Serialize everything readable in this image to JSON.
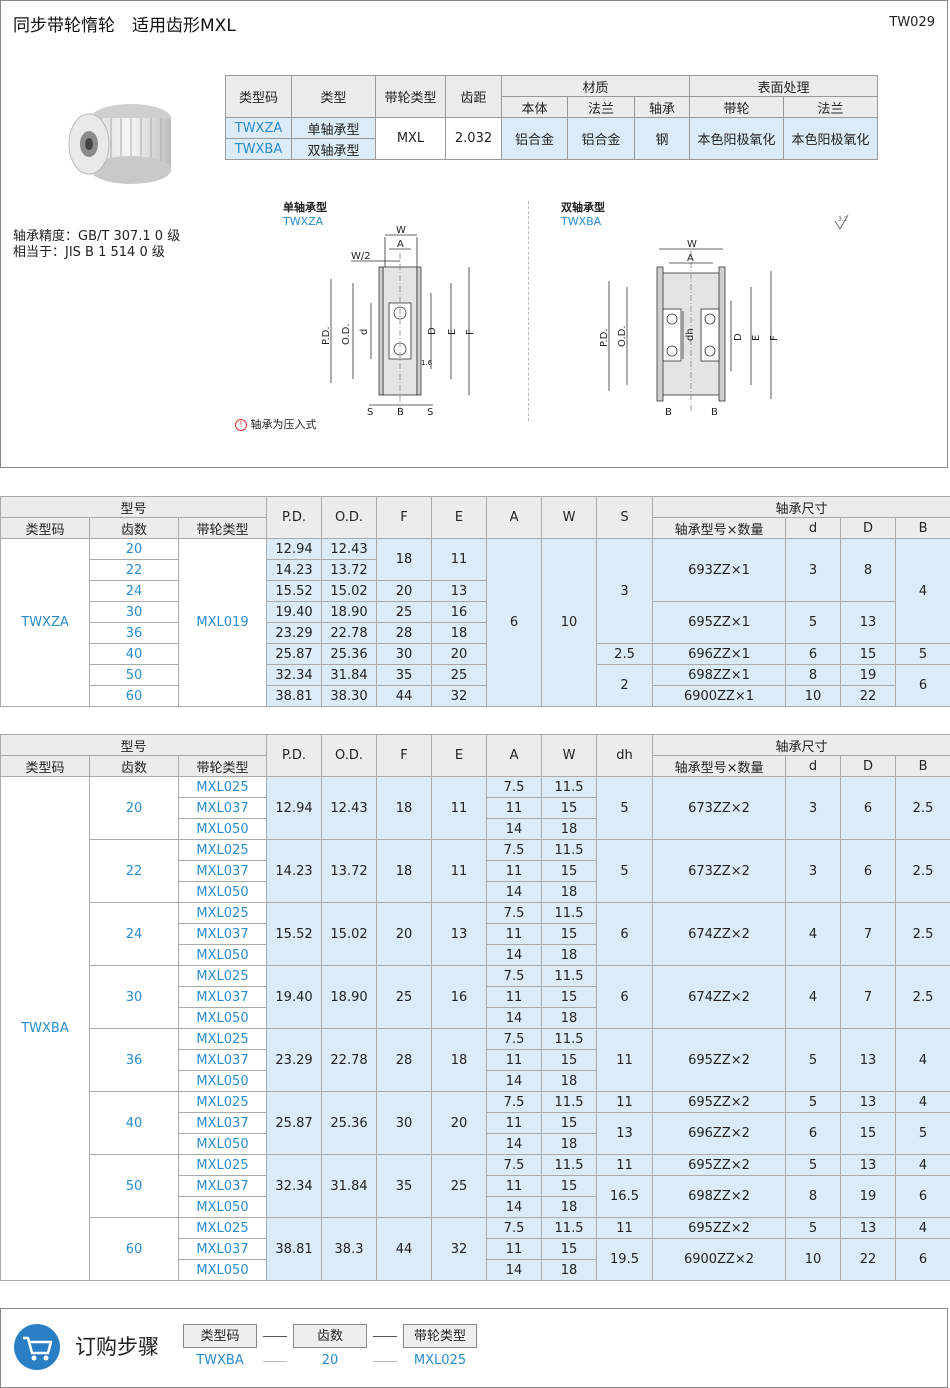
{
  "header": {
    "title": "同步带轮惰轮　适用齿形MXL",
    "code": "TW029"
  },
  "spec_table": {
    "headers": {
      "type_code": "类型码",
      "type": "类型",
      "pulley_type": "带轮类型",
      "pitch": "齿距",
      "material": "材质",
      "surface": "表面处理",
      "mat_body": "本体",
      "mat_flange": "法兰",
      "mat_bearing": "轴承",
      "surf_pulley": "带轮",
      "surf_flange": "法兰"
    },
    "rows": [
      {
        "code": "TWXZA",
        "type": "单轴承型"
      },
      {
        "code": "TWXBA",
        "type": "双轴承型"
      }
    ],
    "pulley_type": "MXL",
    "pitch": "2.032",
    "mat_body": "铝合金",
    "mat_flange": "铝合金",
    "mat_bearing": "钢",
    "surf_pulley": "本色阳极氧化",
    "surf_flange": "本色阳极氧化"
  },
  "notes": {
    "line1": "轴承精度：GB/T 307.1 0 级",
    "line2": "相当于：JIS B 1 514 0 级"
  },
  "drawings": {
    "single": {
      "title": "单轴承型",
      "code": "TWXZA"
    },
    "double": {
      "title": "双轴承型",
      "code": "TWXBA"
    },
    "warning": "轴承为压入式",
    "roughness": "3.2",
    "labels": {
      "W": "W",
      "W2": "W/2",
      "A": "A",
      "PD": "P.D.",
      "OD": "O.D.",
      "d": "d",
      "dh": "dh",
      "D": "D",
      "E": "E",
      "F": "F",
      "S": "S",
      "B": "B",
      "r16": "1.6"
    }
  },
  "table1": {
    "h": {
      "model": "型号",
      "type_code": "类型码",
      "teeth": "齿数",
      "pulley_type": "带轮类型",
      "pd": "P.D.",
      "od": "O.D.",
      "f": "F",
      "e": "E",
      "a": "A",
      "w": "W",
      "s": "S",
      "bearing": "轴承尺寸",
      "bearing_model": "轴承型号×数量",
      "d": "d",
      "D": "D",
      "b": "B"
    },
    "type_code": "TWXZA",
    "pulley_type": "MXL019",
    "rows": [
      {
        "t": "20",
        "pd": "12.94",
        "od": "12.43"
      },
      {
        "t": "22",
        "pd": "14.23",
        "od": "13.72"
      },
      {
        "t": "24",
        "pd": "15.52",
        "od": "15.02"
      },
      {
        "t": "30",
        "pd": "19.40",
        "od": "18.90"
      },
      {
        "t": "36",
        "pd": "23.29",
        "od": "22.78"
      },
      {
        "t": "40",
        "pd": "25.87",
        "od": "25.36"
      },
      {
        "t": "50",
        "pd": "32.34",
        "od": "31.84"
      },
      {
        "t": "60",
        "pd": "38.81",
        "od": "38.30"
      }
    ],
    "fe": [
      {
        "f": "18",
        "e": "11"
      },
      {
        "f": "20",
        "e": "13"
      },
      {
        "f": "25",
        "e": "16"
      },
      {
        "f": "28",
        "e": "18"
      },
      {
        "f": "30",
        "e": "20"
      },
      {
        "f": "35",
        "e": "25"
      },
      {
        "f": "44",
        "e": "32"
      }
    ],
    "a": "6",
    "w": "10",
    "s1": "3",
    "s2": "2.5",
    "s3": "2",
    "bearings": [
      {
        "m": "693ZZ×1",
        "d": "3",
        "D": "8"
      },
      {
        "m": "695ZZ×1",
        "d": "5",
        "D": "13"
      },
      {
        "m": "696ZZ×1",
        "d": "6",
        "D": "15"
      },
      {
        "m": "698ZZ×1",
        "d": "8",
        "D": "19"
      },
      {
        "m": "6900ZZ×1",
        "d": "10",
        "D": "22"
      }
    ],
    "b1": "4",
    "b2": "5",
    "b3": "6"
  },
  "table2": {
    "h": {
      "model": "型号",
      "type_code": "类型码",
      "teeth": "齿数",
      "pulley_type": "带轮类型",
      "pd": "P.D.",
      "od": "O.D.",
      "f": "F",
      "e": "E",
      "a": "A",
      "w": "W",
      "dh": "dh",
      "bearing": "轴承尺寸",
      "bearing_model": "轴承型号×数量",
      "d": "d",
      "D": "D",
      "b": "B"
    },
    "type_code": "TWXBA",
    "pulley_types": [
      "MXL025",
      "MXL037",
      "MXL050"
    ],
    "aw": [
      {
        "a": "7.5",
        "w": "11.5"
      },
      {
        "a": "11",
        "w": "15"
      },
      {
        "a": "14",
        "w": "18"
      }
    ],
    "groups": [
      {
        "t": "20",
        "pd": "12.94",
        "od": "12.43",
        "f": "18",
        "e": "11",
        "dh": "5",
        "m": "673ZZ×2",
        "d": "3",
        "D": "6",
        "b": "2.5"
      },
      {
        "t": "22",
        "pd": "14.23",
        "od": "13.72",
        "f": "18",
        "e": "11",
        "dh": "5",
        "m": "673ZZ×2",
        "d": "3",
        "D": "6",
        "b": "2.5"
      },
      {
        "t": "24",
        "pd": "15.52",
        "od": "15.02",
        "f": "20",
        "e": "13",
        "dh": "6",
        "m": "674ZZ×2",
        "d": "4",
        "D": "7",
        "b": "2.5"
      },
      {
        "t": "30",
        "pd": "19.40",
        "od": "18.90",
        "f": "25",
        "e": "16",
        "dh": "6",
        "m": "674ZZ×2",
        "d": "4",
        "D": "7",
        "b": "2.5"
      },
      {
        "t": "36",
        "pd": "23.29",
        "od": "22.78",
        "f": "28",
        "e": "18",
        "dh": "11",
        "m": "695ZZ×2",
        "d": "5",
        "D": "13",
        "b": "4"
      },
      {
        "t": "40",
        "pd": "25.87",
        "od": "25.36",
        "f": "30",
        "e": "20",
        "dh": "11",
        "m": "695ZZ×2",
        "d": "5",
        "D": "13",
        "b": "4",
        "dh2": "13",
        "m2": "696ZZ×2",
        "d2": "6",
        "D2": "15",
        "b2": "5"
      },
      {
        "t": "50",
        "pd": "32.34",
        "od": "31.84",
        "f": "35",
        "e": "25",
        "dh": "11",
        "m": "695ZZ×2",
        "d": "5",
        "D": "13",
        "b": "4",
        "dh2": "16.5",
        "m2": "698ZZ×2",
        "d2": "8",
        "D2": "19",
        "b2": "6"
      },
      {
        "t": "60",
        "pd": "38.81",
        "od": "38.3",
        "f": "44",
        "e": "32",
        "dh": "11",
        "m": "695ZZ×2",
        "d": "5",
        "D": "13",
        "b": "4",
        "dh2": "19.5",
        "m2": "6900ZZ×2",
        "d2": "10",
        "D2": "22",
        "b2": "6"
      }
    ]
  },
  "order": {
    "title": "订购步骤",
    "steps": [
      {
        "label": "类型码",
        "value": "TWXBA"
      },
      {
        "label": "齿数",
        "value": "20"
      },
      {
        "label": "带轮类型",
        "value": "MXL025"
      }
    ]
  }
}
